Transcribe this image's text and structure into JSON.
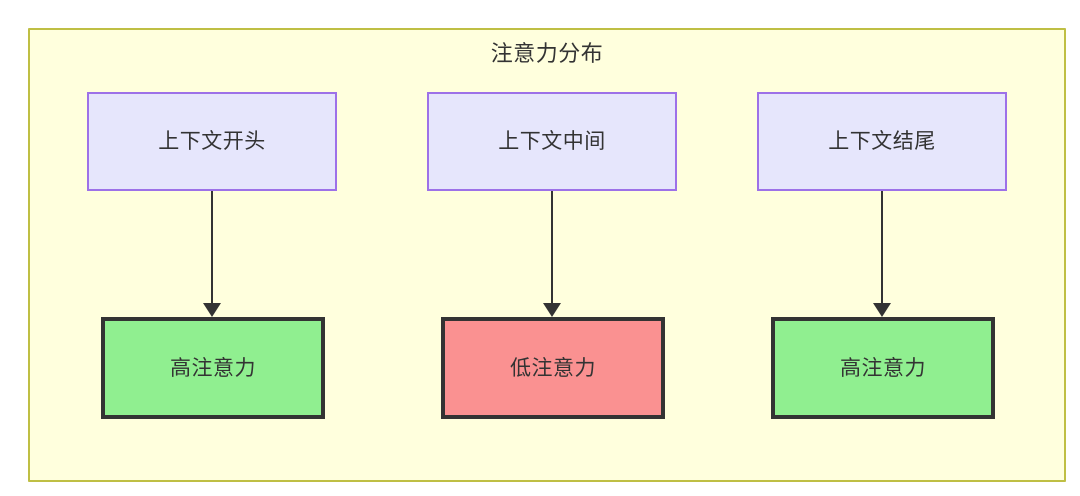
{
  "diagram": {
    "title": "注意力分布",
    "container": {
      "fill": "#ffffdd",
      "stroke": "#bfbf44"
    },
    "context_nodes": [
      {
        "id": "ctx-start",
        "label": "上下文开头",
        "fill": "#e6e6fc",
        "stroke": "#9d71e8"
      },
      {
        "id": "ctx-middle",
        "label": "上下文中间",
        "fill": "#e6e6fc",
        "stroke": "#9d71e8"
      },
      {
        "id": "ctx-end",
        "label": "上下文结尾",
        "fill": "#e6e6fc",
        "stroke": "#9d71e8"
      }
    ],
    "attention_nodes": [
      {
        "id": "attn-high-start",
        "label": "高注意力",
        "fill": "#90ef90",
        "stroke": "#333333"
      },
      {
        "id": "attn-low-middle",
        "label": "低注意力",
        "fill": "#fa9191",
        "stroke": "#333333"
      },
      {
        "id": "attn-high-end",
        "label": "高注意力",
        "fill": "#90ef90",
        "stroke": "#333333"
      }
    ],
    "edges": [
      {
        "from": "ctx-start",
        "to": "attn-high-start",
        "label": ""
      },
      {
        "from": "ctx-middle",
        "to": "attn-low-middle",
        "label": ""
      },
      {
        "from": "ctx-end",
        "to": "attn-high-end",
        "label": ""
      }
    ]
  }
}
